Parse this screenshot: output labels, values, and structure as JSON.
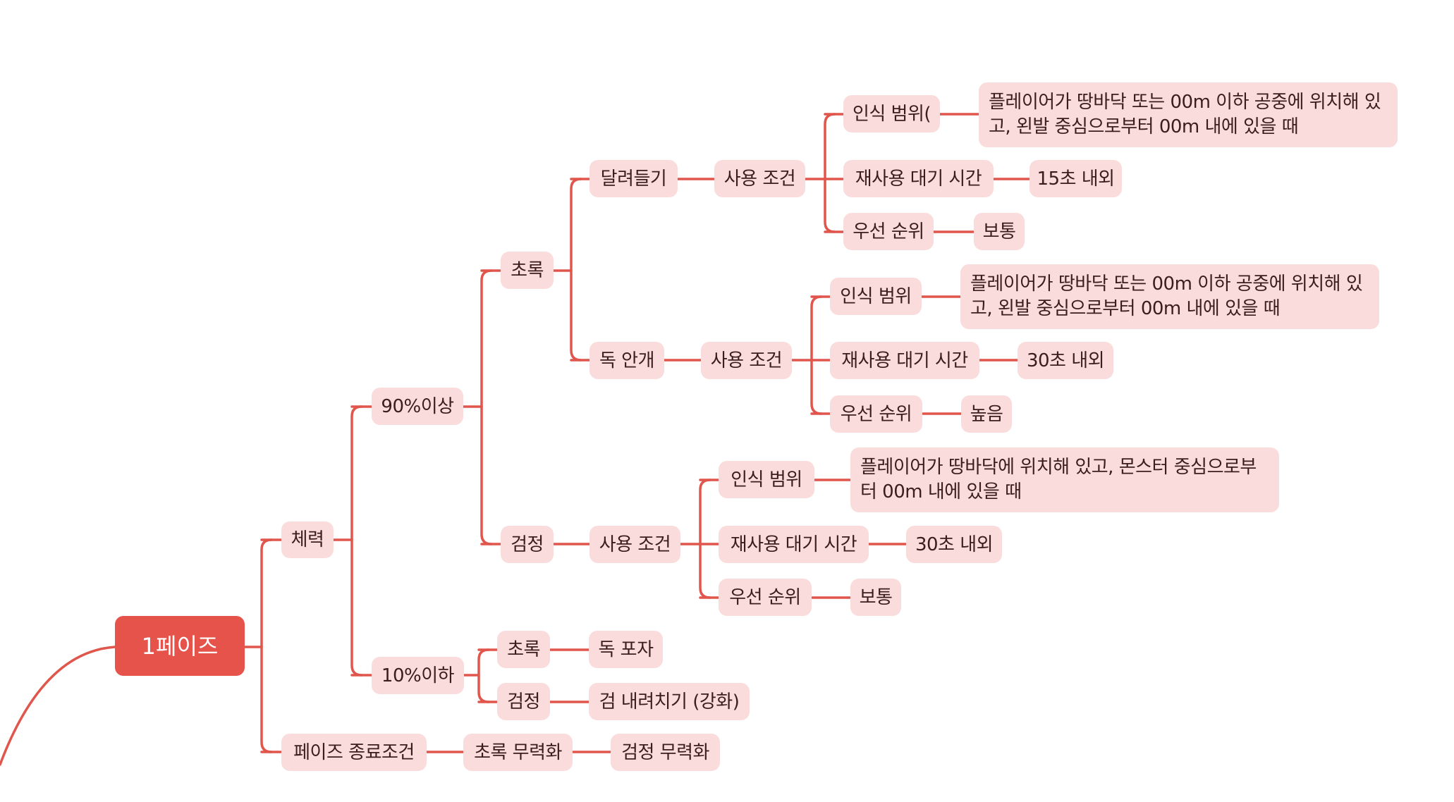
{
  "colors": {
    "line": "#e0554c",
    "node_fill": "#fbdcdc",
    "main_fill": "#e5534b",
    "text": "#3b1d1d"
  },
  "mindmap": {
    "main": "1페이즈",
    "hp": "체력",
    "hp_high": "90%이상",
    "hp_low": "10%이하",
    "phase_end": "페이즈 종료조건",
    "green": {
      "label": "초록",
      "rush": {
        "label": "달려들기",
        "use": "사용 조건",
        "range": "인식 범위(",
        "range_detail": "플레이어가 땅바닥 또는 00m 이하 공중에 위치해 있고, 왼발 중심으로부터 00m 내에 있을 때",
        "cooldown": "재사용 대기 시간",
        "cooldown_value": "15초 내외",
        "priority": "우선 순위",
        "priority_value": "보통"
      },
      "fog": {
        "label": "독 안개",
        "use": "사용 조건",
        "range": "인식 범위",
        "range_detail": "플레이어가 땅바닥 또는 00m 이하 공중에 위치해 있고, 왼발 중심으로부터 00m 내에 있을 때",
        "cooldown": "재사용 대기 시간",
        "cooldown_value": "30초 내외",
        "priority": "우선 순위",
        "priority_value": "높음"
      }
    },
    "black": {
      "label": "검정",
      "use": "사용 조건",
      "range": "인식 범위",
      "range_detail": "플레이어가 땅바닥에 위치해 있고, 몬스터 중심으로부터 00m 내에 있을 때",
      "cooldown": "재사용 대기 시간",
      "cooldown_value": "30초 내외",
      "priority": "우선 순위",
      "priority_value": "보통"
    },
    "low_green": "초록",
    "low_green_skill": "독 포자",
    "low_black": "검정",
    "low_black_skill": "검 내려치기 (강화)",
    "end_green": "초록 무력화",
    "end_black": "검정 무력화"
  }
}
